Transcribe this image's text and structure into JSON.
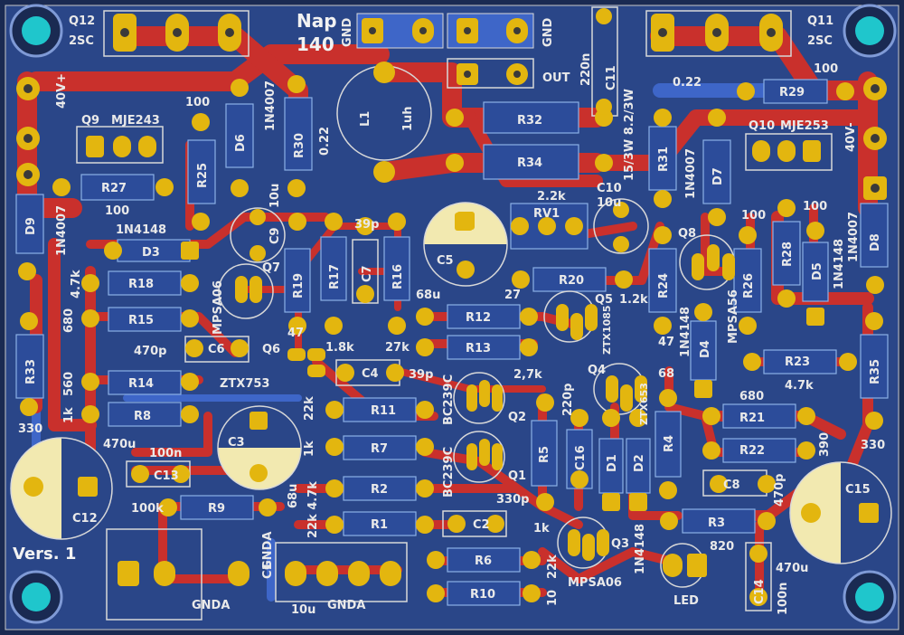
{
  "board": {
    "title_line1": "Nap",
    "title_line2": "140",
    "version": "Vers. 1",
    "colors": {
      "substrate": "#1a2a52",
      "copper_fill": "#2a4688",
      "top_track": "#c9302c",
      "bottom_track": "#3e66c8",
      "pad": "#e3b60f",
      "mounting_hole": "#1fc6cc",
      "silkscreen": "#e9e9e9",
      "cap_band": "#f2e9b0"
    }
  },
  "labels": [
    {
      "id": "q12",
      "text": "Q12"
    },
    {
      "id": "q12v",
      "text": "2SC"
    },
    {
      "id": "q11",
      "text": "Q11"
    },
    {
      "id": "q11v",
      "text": "2SC"
    },
    {
      "id": "v40p",
      "text": "40V+"
    },
    {
      "id": "v40n",
      "text": "40V-"
    },
    {
      "id": "q9",
      "text": "Q9"
    },
    {
      "id": "mje243",
      "text": "MJE243"
    },
    {
      "id": "q10",
      "text": "Q10"
    },
    {
      "id": "mje253",
      "text": "MJE253"
    },
    {
      "id": "gnd1",
      "text": "GND"
    },
    {
      "id": "gnd2",
      "text": "GND"
    },
    {
      "id": "out",
      "text": "OUT"
    },
    {
      "id": "c11v",
      "text": "220n"
    },
    {
      "id": "c11",
      "text": "C11"
    },
    {
      "id": "d6v",
      "text": "1N4007"
    },
    {
      "id": "r30v",
      "text": "0.22"
    },
    {
      "id": "l1",
      "text": "L1"
    },
    {
      "id": "l1v",
      "text": "1uh"
    },
    {
      "id": "r32",
      "text": "R32"
    },
    {
      "id": "r34",
      "text": "R34"
    },
    {
      "id": "r34v",
      "text": "15/3W 8.2/3W"
    },
    {
      "id": "r29v1",
      "text": "100"
    },
    {
      "id": "r29v2",
      "text": "0.22"
    },
    {
      "id": "r29",
      "text": "R29"
    },
    {
      "id": "r31",
      "text": "R31"
    },
    {
      "id": "d7v",
      "text": "1N4007"
    },
    {
      "id": "d7",
      "text": "D7"
    },
    {
      "id": "r25v",
      "text": "100"
    },
    {
      "id": "r25",
      "text": "R25"
    },
    {
      "id": "d6",
      "text": "D6"
    },
    {
      "id": "r30",
      "text": "R30"
    },
    {
      "id": "r27",
      "text": "R27"
    },
    {
      "id": "r27v",
      "text": "100"
    },
    {
      "id": "d9",
      "text": "D9"
    },
    {
      "id": "d9v",
      "text": "1N4007"
    },
    {
      "id": "c9",
      "text": "C9"
    },
    {
      "id": "c9v",
      "text": "10u"
    },
    {
      "id": "d3v",
      "text": "1N4148"
    },
    {
      "id": "d3",
      "text": "D3"
    },
    {
      "id": "c7v",
      "text": "39p"
    },
    {
      "id": "c7",
      "text": "C7"
    },
    {
      "id": "r17",
      "text": "R17"
    },
    {
      "id": "r16",
      "text": "R16"
    },
    {
      "id": "r19",
      "text": "R19"
    },
    {
      "id": "q7",
      "text": "Q7"
    },
    {
      "id": "mpsa06a",
      "text": "MPSA06"
    },
    {
      "id": "c5",
      "text": "C5"
    },
    {
      "id": "rv1v",
      "text": "2.2k"
    },
    {
      "id": "rv1",
      "text": "RV1"
    },
    {
      "id": "c10",
      "text": "C10"
    },
    {
      "id": "c10v",
      "text": "10u"
    },
    {
      "id": "q8",
      "text": "Q8"
    },
    {
      "id": "r28v",
      "text": "100"
    },
    {
      "id": "r26v",
      "text": "100"
    },
    {
      "id": "d5v",
      "text": "1N4148"
    },
    {
      "id": "d8v",
      "text": "1N4007"
    },
    {
      "id": "d8",
      "text": "D8"
    },
    {
      "id": "r28",
      "text": "R28"
    },
    {
      "id": "d5",
      "text": "D5"
    },
    {
      "id": "r26",
      "text": "R26"
    },
    {
      "id": "mpsa56",
      "text": "MPSA56"
    },
    {
      "id": "r24",
      "text": "R24"
    },
    {
      "id": "r20",
      "text": "R20"
    },
    {
      "id": "r20v",
      "text": "1.2k"
    },
    {
      "id": "q5",
      "text": "Q5"
    },
    {
      "id": "ztx1",
      "text": "ZTX1085"
    },
    {
      "id": "r18v",
      "text": "4.7k"
    },
    {
      "id": "r18",
      "text": "R18"
    },
    {
      "id": "r15",
      "text": "R15"
    },
    {
      "id": "r15v",
      "text": "680"
    },
    {
      "id": "r33",
      "text": "R33"
    },
    {
      "id": "c6v",
      "text": "470p"
    },
    {
      "id": "c6",
      "text": "C6"
    },
    {
      "id": "q6",
      "text": "Q6"
    },
    {
      "id": "r12v",
      "text": "68u"
    },
    {
      "id": "r12",
      "text": "R12"
    },
    {
      "id": "r5v",
      "text": "27"
    },
    {
      "id": "r13",
      "text": "R13"
    },
    {
      "id": "r13v",
      "text": "27k"
    },
    {
      "id": "r13v2",
      "text": "2,7k"
    },
    {
      "id": "r19v",
      "text": "47"
    },
    {
      "id": "r16v",
      "text": "1.8k"
    },
    {
      "id": "c4",
      "text": "C4"
    },
    {
      "id": "c4v",
      "text": "39p"
    },
    {
      "id": "d4v",
      "text": "1N4148"
    },
    {
      "id": "d4",
      "text": "D4"
    },
    {
      "id": "r24v",
      "text": "47"
    },
    {
      "id": "r23",
      "text": "R23"
    },
    {
      "id": "r23v",
      "text": "4.7k"
    },
    {
      "id": "r35",
      "text": "R35"
    },
    {
      "id": "r21v",
      "text": "680"
    },
    {
      "id": "r21",
      "text": "R21"
    },
    {
      "id": "r14",
      "text": "R14"
    },
    {
      "id": "r14v",
      "text": "560"
    },
    {
      "id": "ztx753",
      "text": "ZTX753"
    },
    {
      "id": "q4",
      "text": "Q4"
    },
    {
      "id": "ztx653",
      "text": "ZTX653"
    },
    {
      "id": "c16v",
      "text": "220p"
    },
    {
      "id": "r4v",
      "text": "68"
    },
    {
      "id": "r8",
      "text": "R8"
    },
    {
      "id": "r8v",
      "text": "1k"
    },
    {
      "id": "r33v",
      "text": "330"
    },
    {
      "id": "r11v",
      "text": "22k"
    },
    {
      "id": "r11",
      "text": "R11"
    },
    {
      "id": "bc239a",
      "text": "BC239C"
    },
    {
      "id": "q2",
      "text": "Q2"
    },
    {
      "id": "c3",
      "text": "C3"
    },
    {
      "id": "c3v",
      "text": "470u"
    },
    {
      "id": "r22",
      "text": "R22"
    },
    {
      "id": "r22v",
      "text": "390"
    },
    {
      "id": "r35v",
      "text": "330"
    },
    {
      "id": "c12v",
      "text": "100n"
    },
    {
      "id": "r7v",
      "text": "1k"
    },
    {
      "id": "r7",
      "text": "R7"
    },
    {
      "id": "bc239b",
      "text": "BC239C"
    },
    {
      "id": "r5",
      "text": "R5"
    },
    {
      "id": "c16",
      "text": "C16"
    },
    {
      "id": "d1",
      "text": "D1"
    },
    {
      "id": "d2",
      "text": "D2"
    },
    {
      "id": "r4",
      "text": "R4"
    },
    {
      "id": "c8",
      "text": "C8"
    },
    {
      "id": "c8v",
      "text": "470p"
    },
    {
      "id": "c15",
      "text": "C15"
    },
    {
      "id": "c13",
      "text": "C13"
    },
    {
      "id": "q1",
      "text": "Q1"
    },
    {
      "id": "c12",
      "text": "C12"
    },
    {
      "id": "r9v",
      "text": "100k"
    },
    {
      "id": "r9",
      "text": "R9"
    },
    {
      "id": "r2v",
      "text": "68u"
    },
    {
      "id": "r2",
      "text": "R2"
    },
    {
      "id": "r1v",
      "text": "22k 4.7k"
    },
    {
      "id": "r1",
      "text": "R1"
    },
    {
      "id": "c2",
      "text": "C2"
    },
    {
      "id": "c2v",
      "text": "330p"
    },
    {
      "id": "r3",
      "text": "R3"
    },
    {
      "id": "r3v",
      "text": "820"
    },
    {
      "id": "q3",
      "text": "Q3"
    },
    {
      "id": "q3v",
      "text": "1k"
    },
    {
      "id": "c14",
      "text": "C14"
    },
    {
      "id": "c14v",
      "text": "100n"
    },
    {
      "id": "c15v",
      "text": "470u"
    },
    {
      "id": "gnda1",
      "text": "GNDA"
    },
    {
      "id": "gnda2",
      "text": "GNDA"
    },
    {
      "id": "gnda3",
      "text": "GNDA"
    },
    {
      "id": "c1",
      "text": "C1"
    },
    {
      "id": "c1v",
      "text": "10u"
    },
    {
      "id": "r6",
      "text": "R6"
    },
    {
      "id": "r6v",
      "text": "22k"
    },
    {
      "id": "r10",
      "text": "R10"
    },
    {
      "id": "r10v",
      "text": "10"
    },
    {
      "id": "mpsa06b",
      "text": "MPSA06"
    },
    {
      "id": "d1v",
      "text": "1N4148"
    },
    {
      "id": "led",
      "text": "LED"
    }
  ]
}
